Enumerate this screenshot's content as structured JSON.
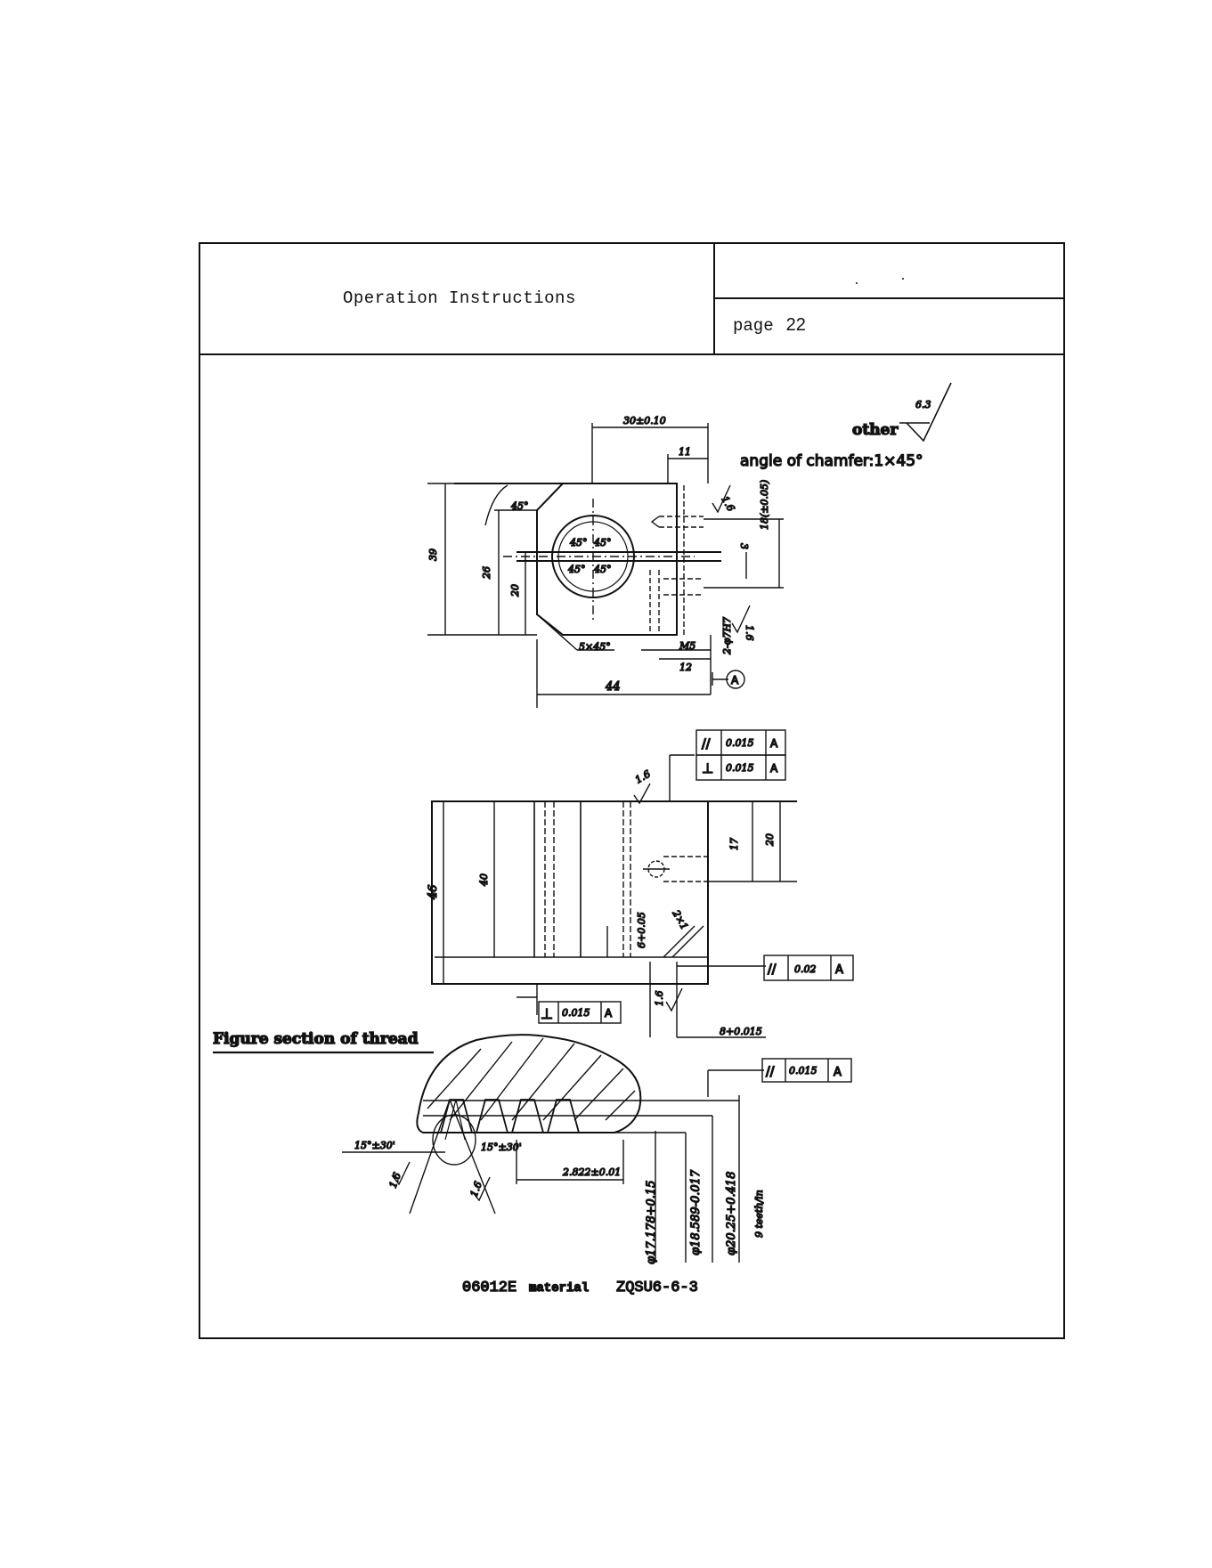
{
  "header": {
    "title": "Operation Instructions",
    "page_label": "page",
    "page_number": "22"
  },
  "notes": {
    "other_label": "other",
    "roughness_other": "6.3",
    "chamfer_note": "angle of chamfer:1×45°",
    "section_title": "Figure section of thread",
    "footer_code": "06012E",
    "footer_material_label": "material",
    "footer_material": "ZQSU6-6-3"
  },
  "top_view": {
    "dim_30": "30±0.10",
    "dim_11": "11",
    "angle_45": "45°",
    "angle_45_a": "45°",
    "angle_45_b": "45°",
    "angle_45_c": "45°",
    "angle_45_d": "45°",
    "dim_39": "39",
    "dim_26": "26",
    "dim_20": "20",
    "dim_3": "3",
    "dim_18": "18(±0.05)",
    "chamfer_5x45": "5×45°",
    "thread_m5": "M5",
    "dim_12": "12",
    "dim_44": "44",
    "holes": "2-φ7H7",
    "rough_16": "1.6",
    "rough_16b": "1.6",
    "datum": "A"
  },
  "side_view": {
    "tol_parallel_1_sym": "//",
    "tol_parallel_1_val": "0.015",
    "tol_parallel_1_ref": "A",
    "tol_perp_1_sym": "⊥",
    "tol_perp_1_val": "0.015",
    "tol_perp_1_ref": "A",
    "rough_16": "1.6",
    "dim_17": "17",
    "dim_20": "20",
    "dim_46": "46",
    "dim_40": "40",
    "dim_6": "6+0.05",
    "chamfer_2x": "2×1",
    "tol_parallel_2_sym": "//",
    "tol_parallel_2_val": "0.02",
    "tol_parallel_2_ref": "A",
    "tol_perp_2_sym": "⊥",
    "tol_perp_2_val": "0.015",
    "tol_perp_2_ref": "A",
    "rough_16b": "1.6",
    "dim_8": "8+0.015"
  },
  "thread": {
    "tol_parallel_sym": "//",
    "tol_parallel_val": "0.015",
    "tol_parallel_ref": "A",
    "angle_15_30": "15°±30'",
    "angle_15_30b": "15°±30'",
    "rough_16": "1.6",
    "rough_16b": "1.6",
    "pitch": "2.822±0.01",
    "dia_17": "φ17.178+0.15",
    "dia_18": "φ18.589-0.017",
    "dia_20": "φ20.25+0.418",
    "teeth": "9 teeth/in"
  }
}
